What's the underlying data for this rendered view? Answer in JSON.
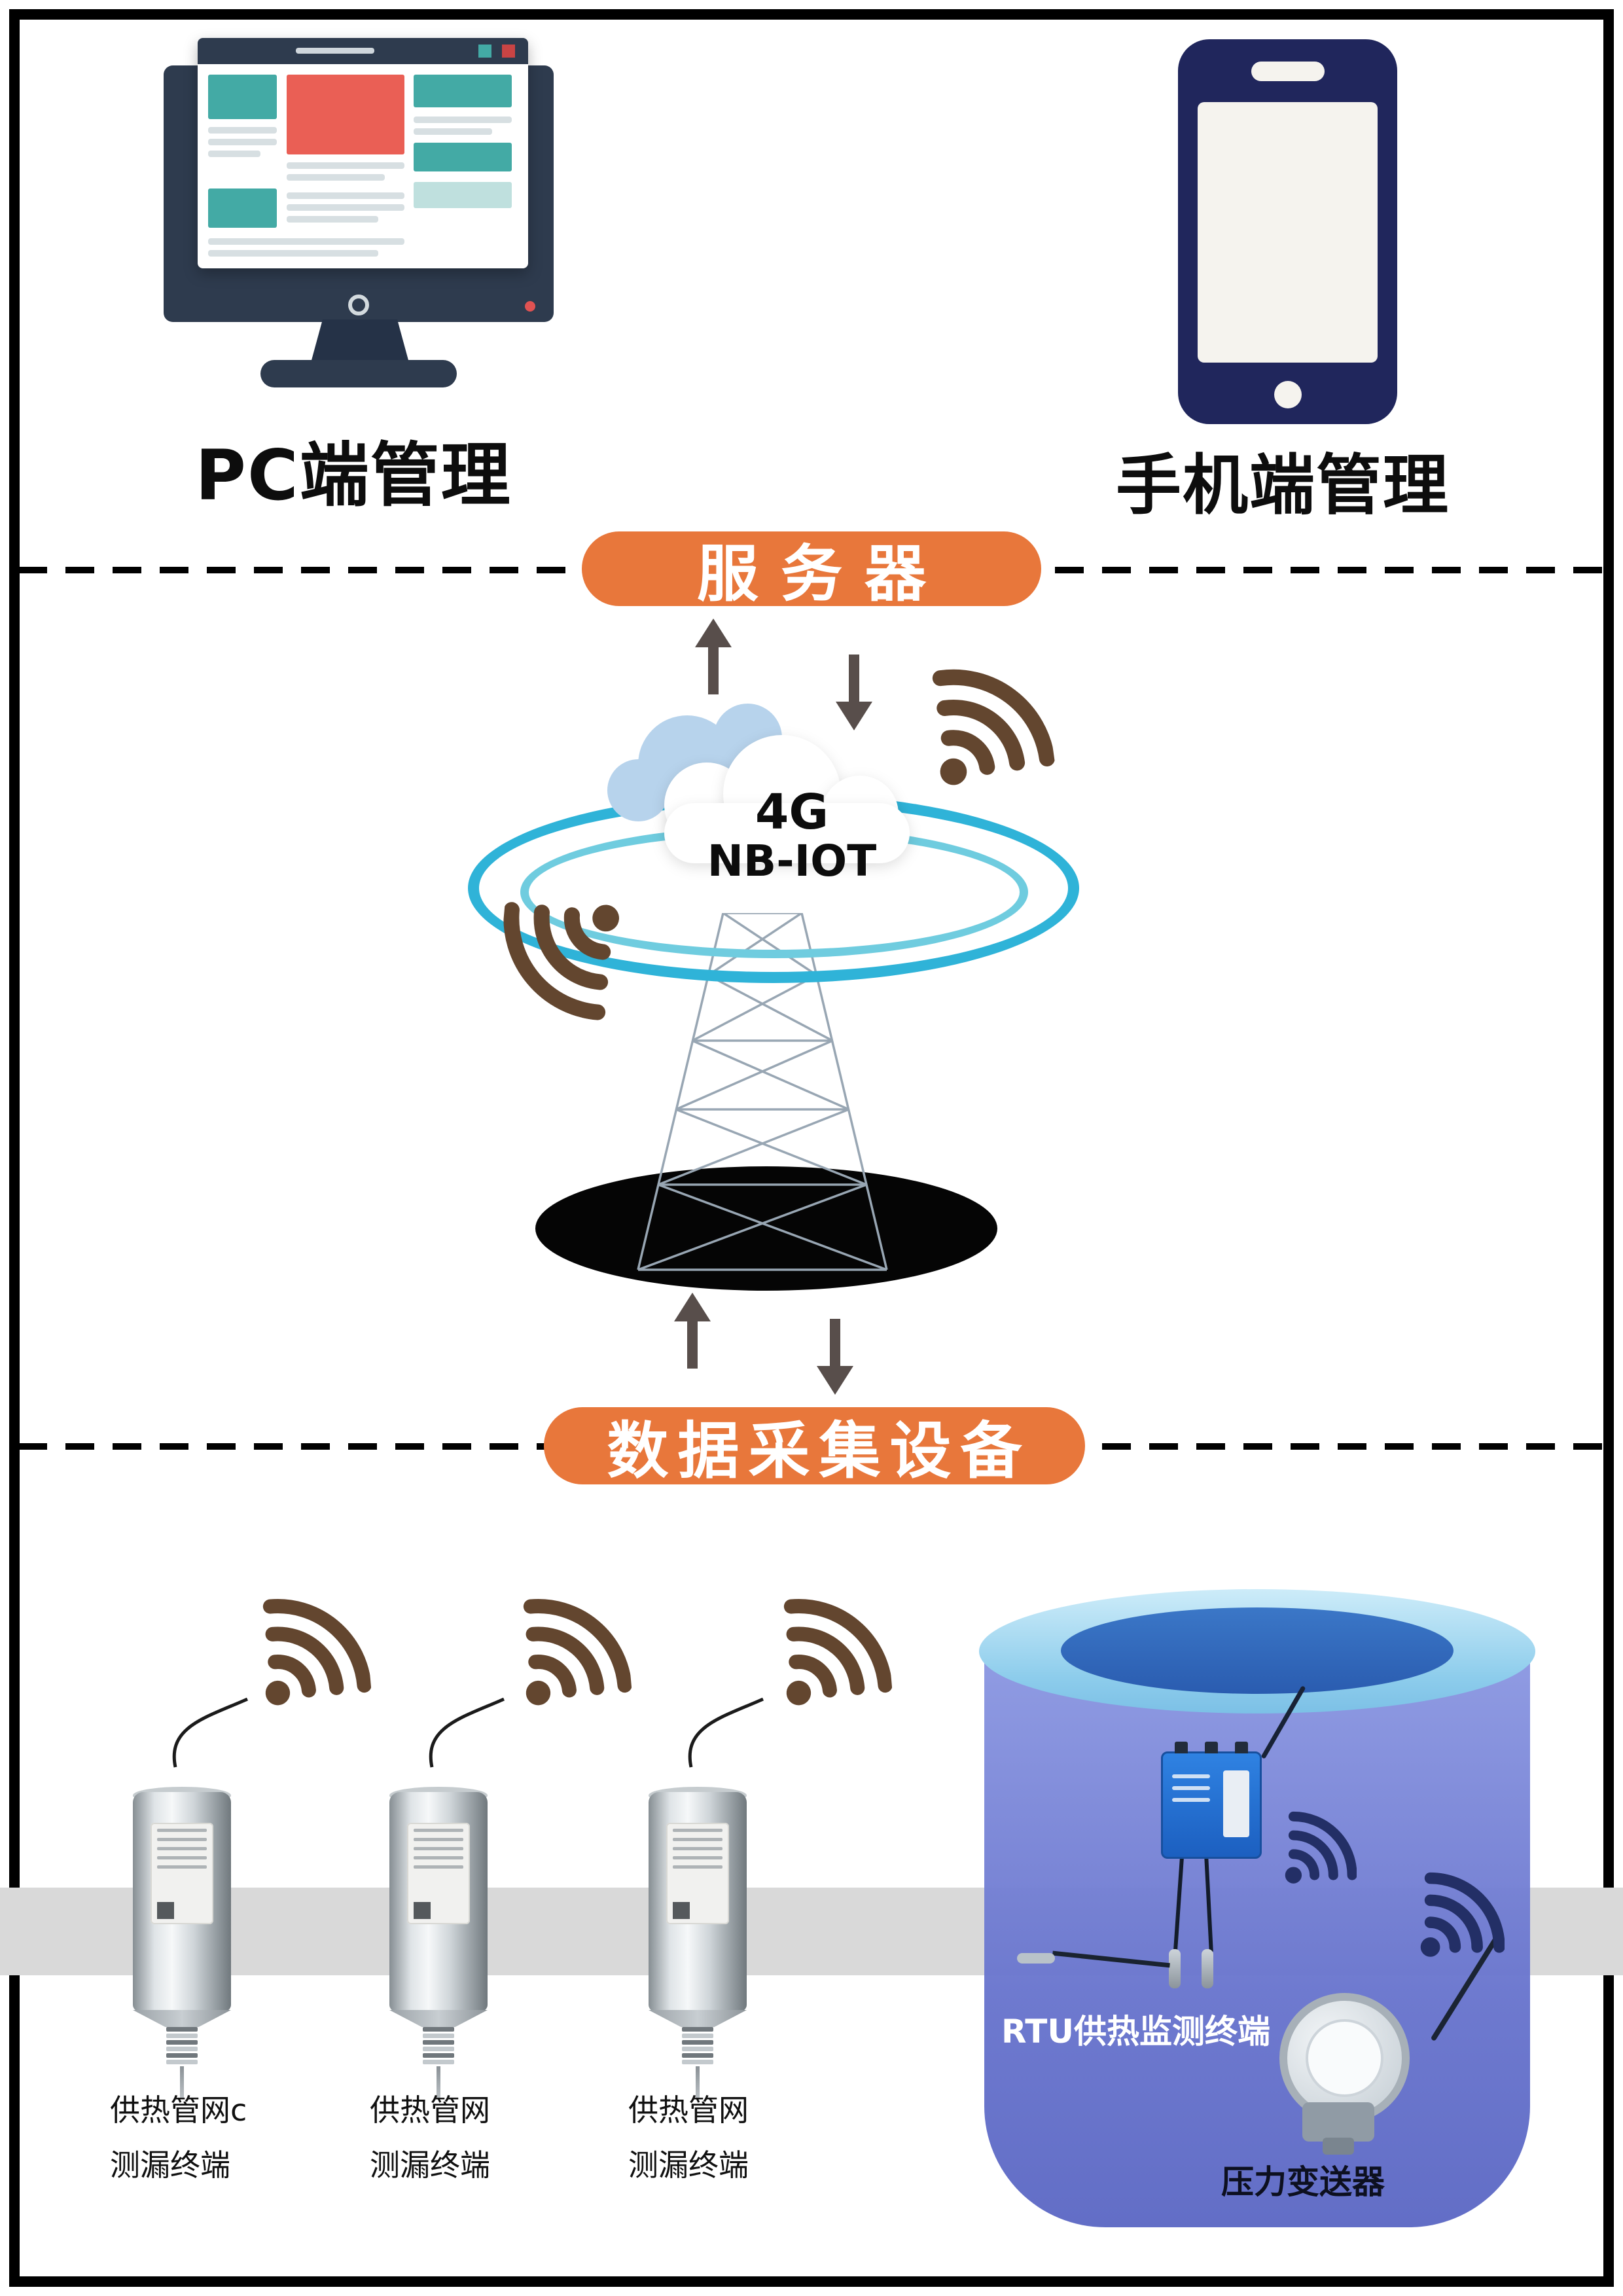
{
  "page": {
    "background": "#ffffff",
    "frame_color": "#000000"
  },
  "top_section": {
    "pc_label": "PC端管理",
    "mobile_label": "手机端管理"
  },
  "server_section": {
    "banner_label": "服务器",
    "cloud": {
      "line1": "4G",
      "line2": "NB-IOT"
    }
  },
  "collection_section": {
    "banner_label": "数据采集设备",
    "sensors": [
      {
        "line1": "供热管网c",
        "line2": "测漏终端"
      },
      {
        "line1": "供热管网",
        "line2": "测漏终端"
      },
      {
        "line1": "供热管网",
        "line2": "测漏终端"
      }
    ],
    "rtu_label": "RTU供热监测终端",
    "transmitter_label": "压力变送器"
  },
  "icons": {
    "wifi": "wifi-signal-arcs",
    "cloud": "cloud-shape",
    "tower": "lattice-radio-tower",
    "arrow_up": "▲",
    "arrow_down": "▼",
    "monitor": "desktop-computer",
    "phone": "smartphone"
  },
  "colors": {
    "banner_orange": "#e8773b",
    "wifi_brown": "#63462f",
    "wifi_navy": "#232f66",
    "arrow_taupe": "#584e4b",
    "monitor_navy": "#2e3b4e",
    "phone_navy": "#20265c",
    "teal_block": "#43aaa5",
    "coral_block": "#ea5f55",
    "ring_teal": "#2fb3d8",
    "cylinder_blue": "#6a77cf",
    "well_mouth_blue": "#2d62b5",
    "shadow_black": "#050505"
  }
}
